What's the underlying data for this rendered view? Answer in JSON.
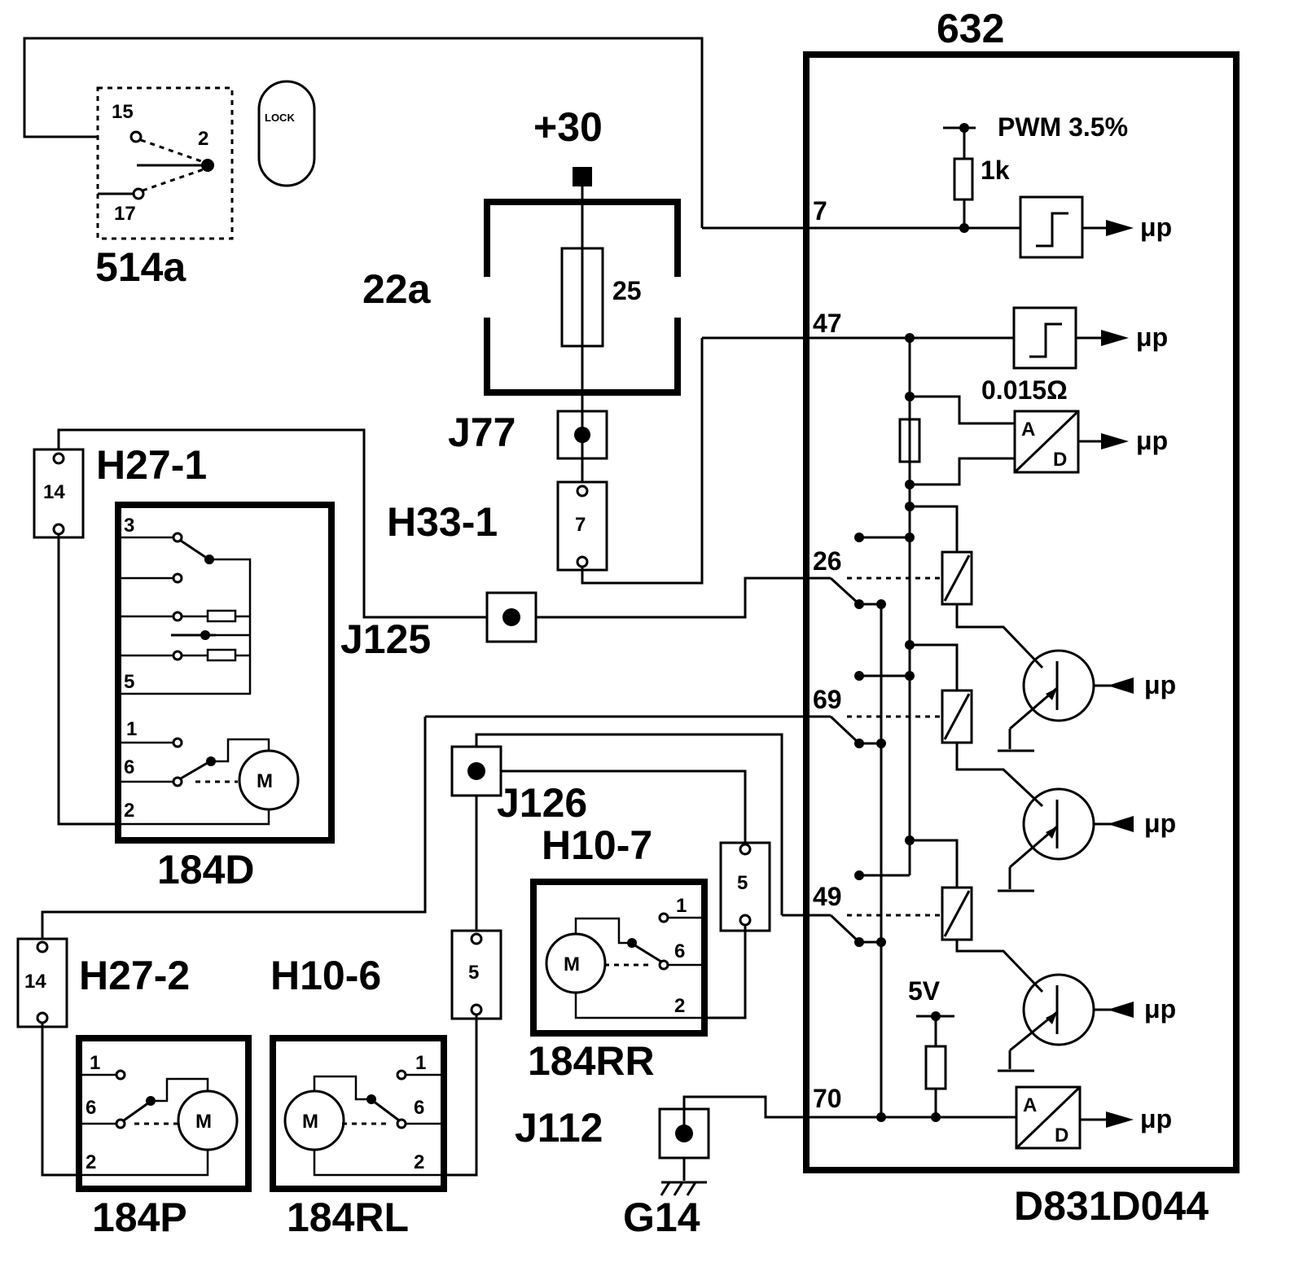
{
  "labels": {
    "ecu": "632",
    "pwm": "PWM 3.5%",
    "r1k": "1k",
    "shunt": "0.015Ω",
    "mp": "μp",
    "supply": "+30",
    "fusebox": "22a",
    "fuse": "25",
    "ign_switch": "514a",
    "lock": "LOCK",
    "pin15": "15",
    "pin2": "2",
    "pin17": "17",
    "j77": "J77",
    "h33": "H33-1",
    "h33_pin": "7",
    "j125": "J125",
    "j126": "J126",
    "j112": "J112",
    "g14": "G14",
    "h27_1": "H27-1",
    "h27_1_pin": "14",
    "h27_2": "H27-2",
    "h27_2_pin": "14",
    "h10_6": "H10-6",
    "h10_6_pin": "5",
    "h10_7": "H10-7",
    "h10_7_pin": "5",
    "m184d": "184D",
    "m184p": "184P",
    "m184rl": "184RL",
    "m184rr": "184RR",
    "motor": "M",
    "p1": "1",
    "p2": "2",
    "p3": "3",
    "p5": "5",
    "p6": "6",
    "p7": "7",
    "p47": "47",
    "p26": "26",
    "p69": "69",
    "p49": "49",
    "p70": "70",
    "v5": "5V",
    "ad_a": "A",
    "ad_d": "D",
    "code": "D831D044"
  }
}
